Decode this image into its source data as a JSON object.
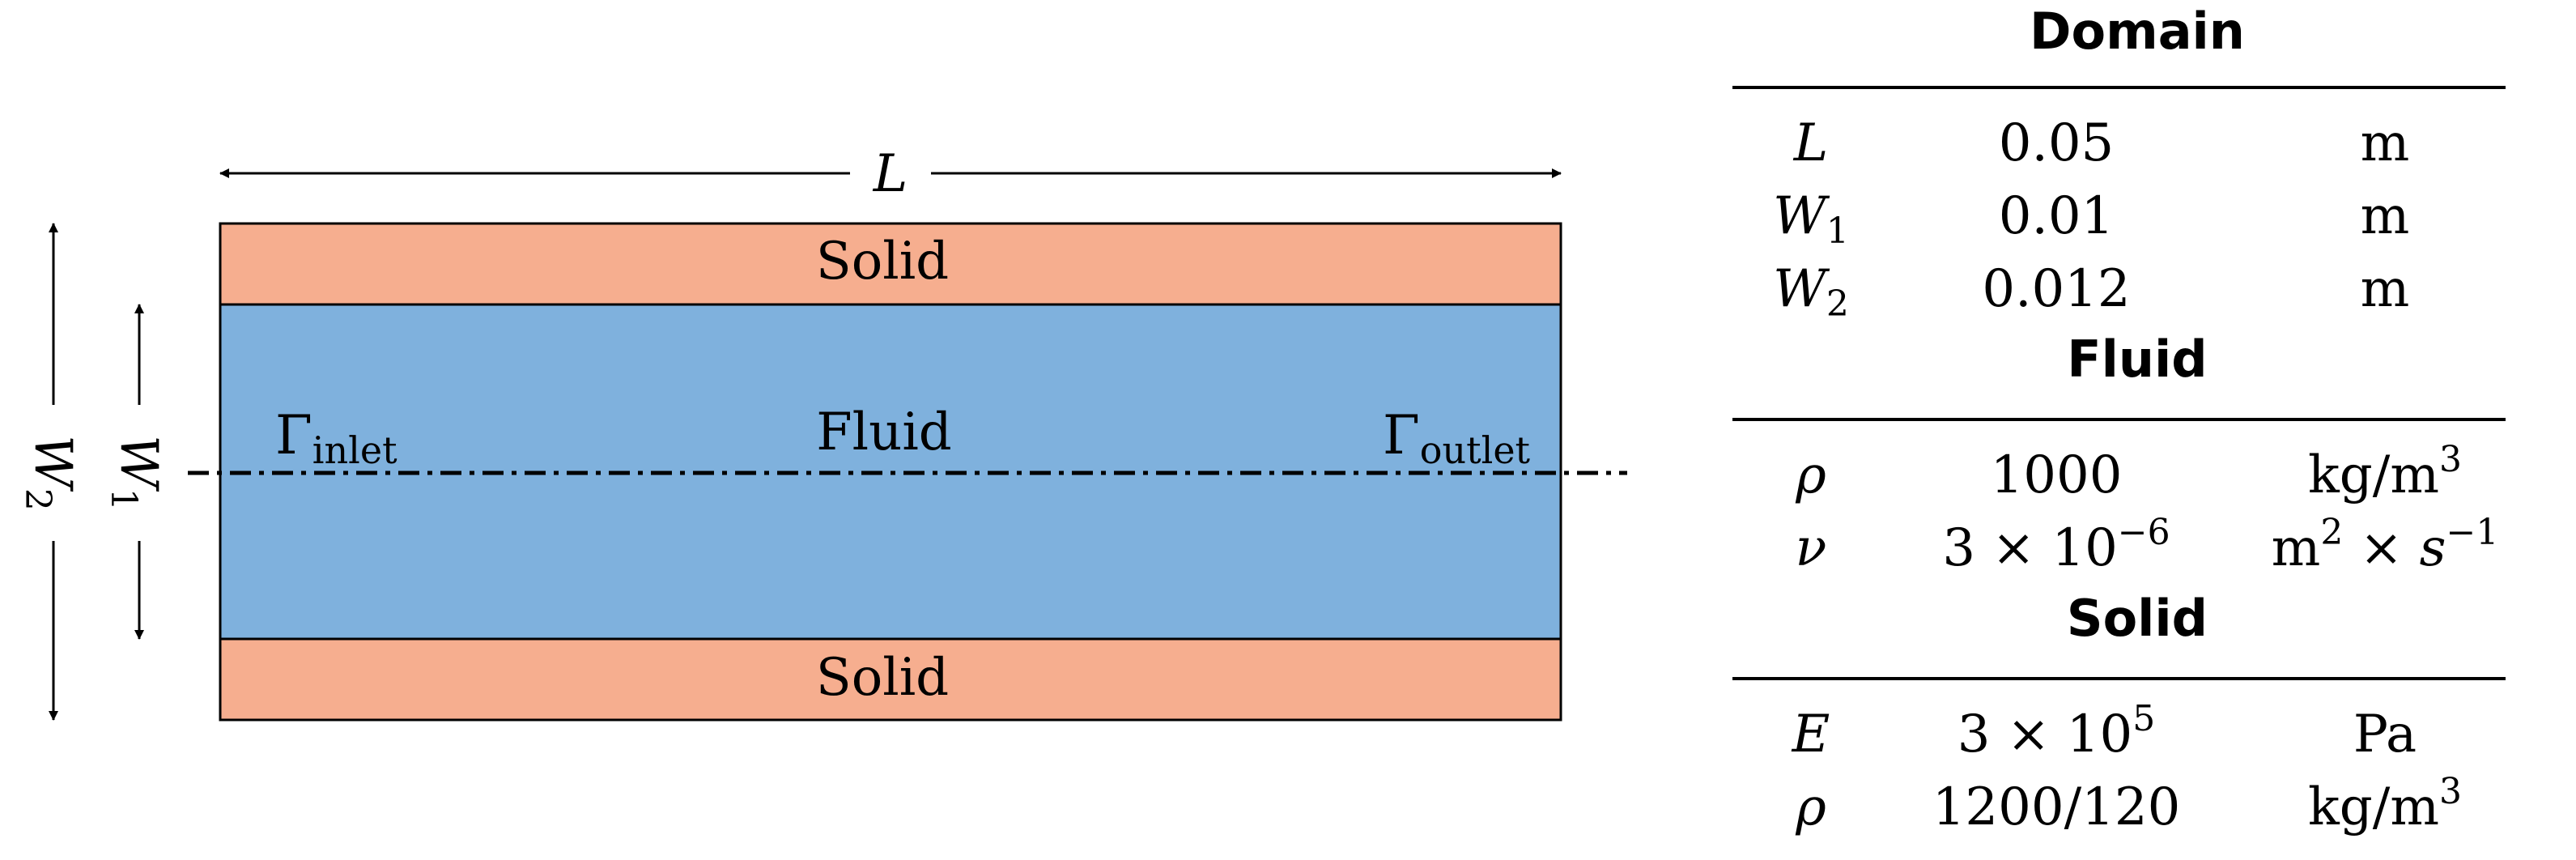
{
  "diagram": {
    "dimensions": {
      "L": "L",
      "W1": "W",
      "W1_sub": "1",
      "W2": "W",
      "W2_sub": "2"
    },
    "regions": {
      "top_solid": "Solid",
      "fluid": "Fluid",
      "bottom_solid": "Solid"
    },
    "boundaries": {
      "inlet_symbol": "Γ",
      "inlet_sub": "inlet",
      "outlet_symbol": "Γ",
      "outlet_sub": "outlet"
    },
    "colors": {
      "solid": "#F6AE8F",
      "fluid": "#7FB1DD",
      "stroke": "#000000"
    }
  },
  "table": {
    "sections": [
      {
        "title": "Domain",
        "rows": [
          {
            "symbol": "L",
            "value": "0.05",
            "unit": "m"
          },
          {
            "symbol": "W",
            "symbol_sub": "1",
            "value": "0.01",
            "unit": "m"
          },
          {
            "symbol": "W",
            "symbol_sub": "2",
            "value": "0.012",
            "unit": "m"
          }
        ]
      },
      {
        "title": "Fluid",
        "rows": [
          {
            "symbol": "ρ",
            "value": "1000",
            "unit": "kg/m",
            "unit_sup": "3"
          },
          {
            "symbol": "ν",
            "value": "3 × 10",
            "value_sup": "−6",
            "unit": "m",
            "unit_sup": "2",
            "unit_tail": " × ",
            "unit_tail2": "s",
            "unit_tail2_sup": "−1"
          }
        ]
      },
      {
        "title": "Solid",
        "rows": [
          {
            "symbol": "E",
            "value": "3 × 10",
            "value_sup": "5",
            "unit": "Pa"
          },
          {
            "symbol": "ρ",
            "value": "1200/120",
            "unit": "kg/m",
            "unit_sup": "3"
          }
        ]
      }
    ]
  }
}
